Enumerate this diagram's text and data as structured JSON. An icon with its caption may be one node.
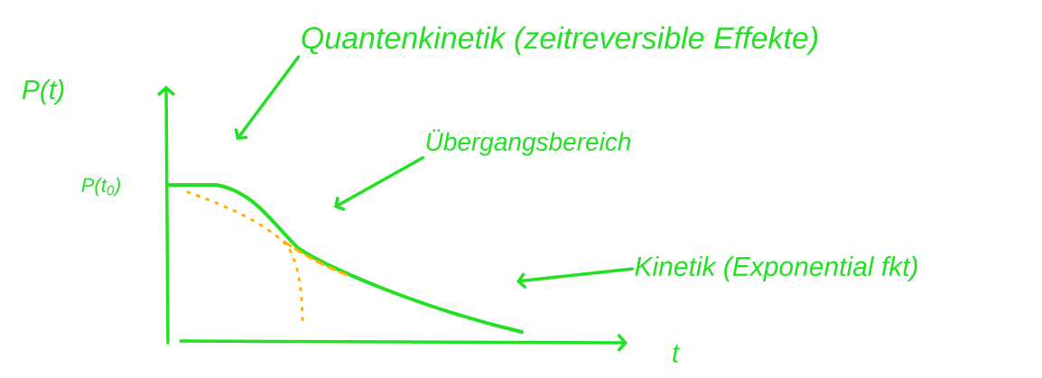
{
  "diagram": {
    "nodes": [
      {
        "text": [
          "Quantenkinetik (zeitreversible Effekte)"
        ]
      },
      {
        "text": [
          "Übergangsbereich"
        ]
      },
      {
        "text": [
          "Kinetik (Exponential fkt)"
        ]
      }
    ],
    "edges": [
      {
        "from": 0,
        "to": null,
        "arrow": "to"
      },
      {
        "from": 1,
        "to": null,
        "arrow": "to"
      },
      {
        "from": 2,
        "to": null,
        "arrow": "to"
      }
    ],
    "labels": [
      "P(t)",
      "P(t$_{0}$)",
      "t"
    ]
  }
}
